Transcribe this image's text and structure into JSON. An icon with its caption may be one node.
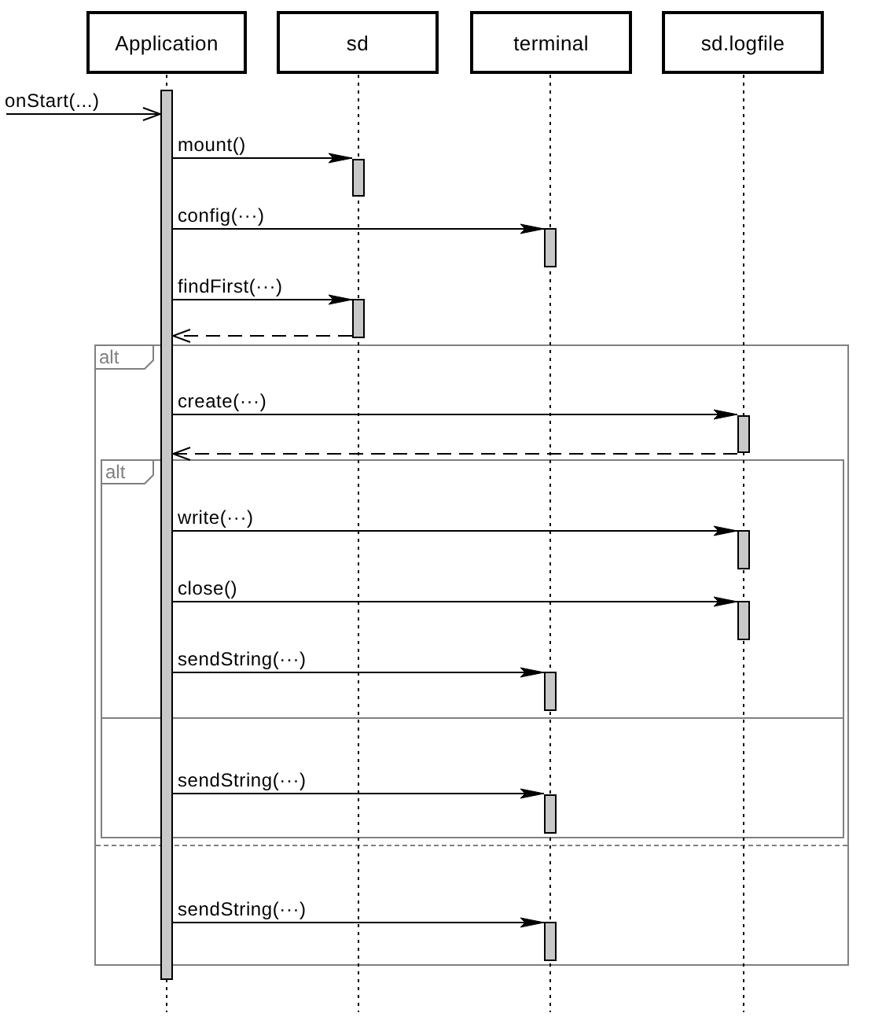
{
  "diagram": {
    "nodes": [
      {
        "text": [
          "Application"
        ]
      },
      {
        "text": [
          "sd"
        ]
      },
      {
        "text": [
          "terminal"
        ]
      },
      {
        "text": [
          "sd.logfile"
        ]
      },
      {
        "text": [],
        "shape": "bar"
      },
      {
        "text": [],
        "shape": "bar"
      },
      {
        "text": [],
        "shape": "bar"
      },
      {
        "text": [],
        "shape": "bar"
      },
      {
        "text": [
          "alt"
        ]
      },
      {
        "text": [],
        "shape": "bar",
        "in": 8
      },
      {
        "text": [
          "alt"
        ],
        "in": 8
      },
      {
        "text": [],
        "shape": "bar",
        "in": 10
      },
      {
        "text": [],
        "shape": "bar",
        "in": 10
      },
      {
        "text": [],
        "shape": "bar",
        "in": 10
      },
      {
        "text": [],
        "shape": "bar",
        "in": 10
      },
      {
        "text": [],
        "shape": "bar",
        "in": 8
      }
    ],
    "edges": [
      {
        "from": 0,
        "to": null,
        "arrow": "none",
        "style": "dashed"
      },
      {
        "from": 1,
        "to": null,
        "arrow": "none",
        "style": "dashed"
      },
      {
        "from": 2,
        "to": null,
        "arrow": "none",
        "style": "dashed"
      },
      {
        "from": 3,
        "to": null,
        "arrow": "none",
        "style": "dashed"
      },
      {
        "from": null,
        "to": 4,
        "arrow": "to",
        "label": "onStart(...)"
      },
      {
        "from": 4,
        "to": 5,
        "arrow": "to",
        "label": "mount()"
      },
      {
        "from": 4,
        "to": 6,
        "arrow": "to",
        "label": "config(···)"
      },
      {
        "from": 4,
        "to": 7,
        "arrow": "to",
        "label": "findFirst(···)"
      },
      {
        "from": 7,
        "to": 4,
        "arrow": "to",
        "style": "dashed"
      },
      {
        "from": 4,
        "to": 9,
        "arrow": "to",
        "label": "create(···)"
      },
      {
        "from": 9,
        "to": 4,
        "arrow": "to",
        "style": "dashed"
      },
      {
        "from": 4,
        "to": 11,
        "arrow": "to",
        "label": "write(···)"
      },
      {
        "from": 4,
        "to": 12,
        "arrow": "to",
        "label": "close()"
      },
      {
        "from": 4,
        "to": 13,
        "arrow": "to",
        "label": "sendString(···)"
      },
      {
        "from": 4,
        "to": 14,
        "arrow": "to",
        "label": "sendString(···)"
      },
      {
        "from": 4,
        "to": 15,
        "arrow": "to",
        "label": "sendString(···)"
      }
    ]
  }
}
